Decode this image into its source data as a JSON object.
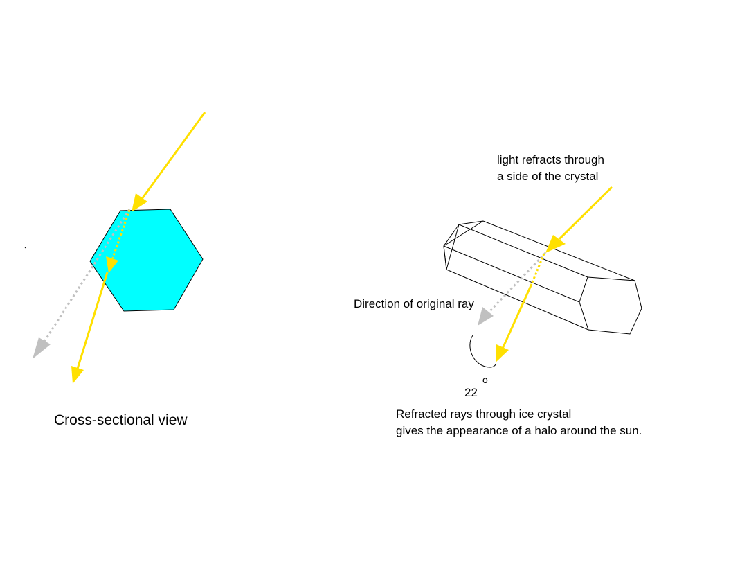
{
  "left_panel": {
    "caption": "Cross-sectional view"
  },
  "right_panel": {
    "refraction_label_line1": "light refracts through",
    "refraction_label_line2": "a side of the crystal",
    "original_ray_label": "Direction of original ray",
    "angle_value": "22",
    "angle_unit_mark": "o",
    "caption_line1": "Refracted rays through ice crystal",
    "caption_line2": "gives the appearance of a halo around the sun."
  },
  "colors": {
    "light_ray": "#ffe000",
    "original_ray": "#c0c0c0",
    "crystal_fill": "#00ffff",
    "outline": "#000000"
  }
}
